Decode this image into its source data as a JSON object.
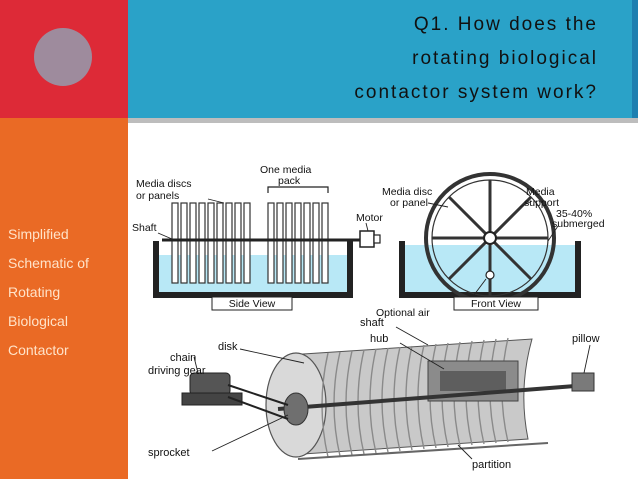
{
  "title": {
    "line1": "Q1.   How does the",
    "line2": "rotating biological",
    "line3": "contactor system work?"
  },
  "subtitle_lines": [
    "Simplified",
    "Schematic of",
    "Rotating",
    "Biological",
    "Contactor"
  ],
  "side_view": {
    "media_discs": "Media discs",
    "or_panels": "or panels",
    "one_media": "One media",
    "pack": "pack",
    "shaft": "Shaft",
    "motor": "Motor",
    "caption": "Side View"
  },
  "front_view": {
    "media_disc": "Media disc",
    "or_panel": "or panel",
    "media": "Media",
    "support": "support",
    "percent": "35-40%",
    "submerged": "submerged",
    "optional_air": "Optional air",
    "caption": "Front View"
  },
  "drawing": {
    "shaft": "shaft",
    "hub": "hub",
    "pillow": "pillow",
    "disk": "disk",
    "chain": "chain",
    "driving_gear": "driving gear",
    "sprocket": "sprocket",
    "partition": "partition"
  },
  "colors": {
    "red": "#dd2a37",
    "orange": "#ea6a25",
    "teal": "#2aa2c8",
    "water": "#b8e8f6"
  }
}
